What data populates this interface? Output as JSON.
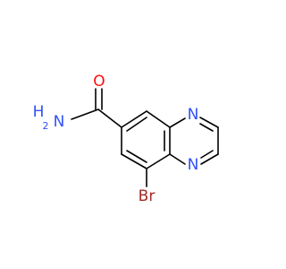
{
  "molecule": {
    "atoms": {
      "carbonyl_oxygen": "O",
      "amide_nitrogen": "N",
      "amide_h": "H",
      "amide_h_count": "2",
      "ring_n_top": "N",
      "ring_n_bottom": "N",
      "bromine": "Br"
    }
  },
  "colors": {
    "oxygen": "#ff0d0d",
    "nitrogen": "#3050f8",
    "bromine": "#a62929",
    "bond": "#000000"
  }
}
